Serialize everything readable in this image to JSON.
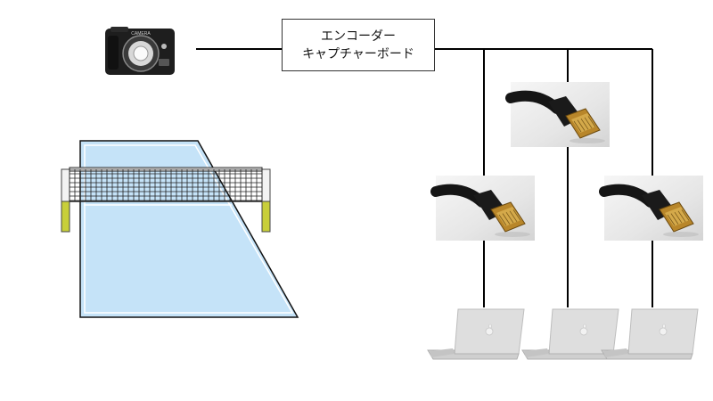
{
  "encoder": {
    "line1": "エンコーダー",
    "line2": "キャプチャーボード"
  },
  "camera": {
    "brand_text": "CAMERA",
    "icon": "camera-icon"
  },
  "court": {
    "icon": "volleyball-court-icon"
  },
  "cables": [
    {
      "icon": "hdmi-cable-icon"
    },
    {
      "icon": "hdmi-cable-icon"
    },
    {
      "icon": "hdmi-cable-icon"
    }
  ],
  "laptops": [
    {
      "icon": "laptop-icon"
    },
    {
      "icon": "laptop-icon"
    },
    {
      "icon": "laptop-icon"
    }
  ],
  "colors": {
    "court_fill": "#c5e3f8",
    "line": "#000000",
    "laptop": "#dcdcdc",
    "post": "#c8cf3a"
  }
}
